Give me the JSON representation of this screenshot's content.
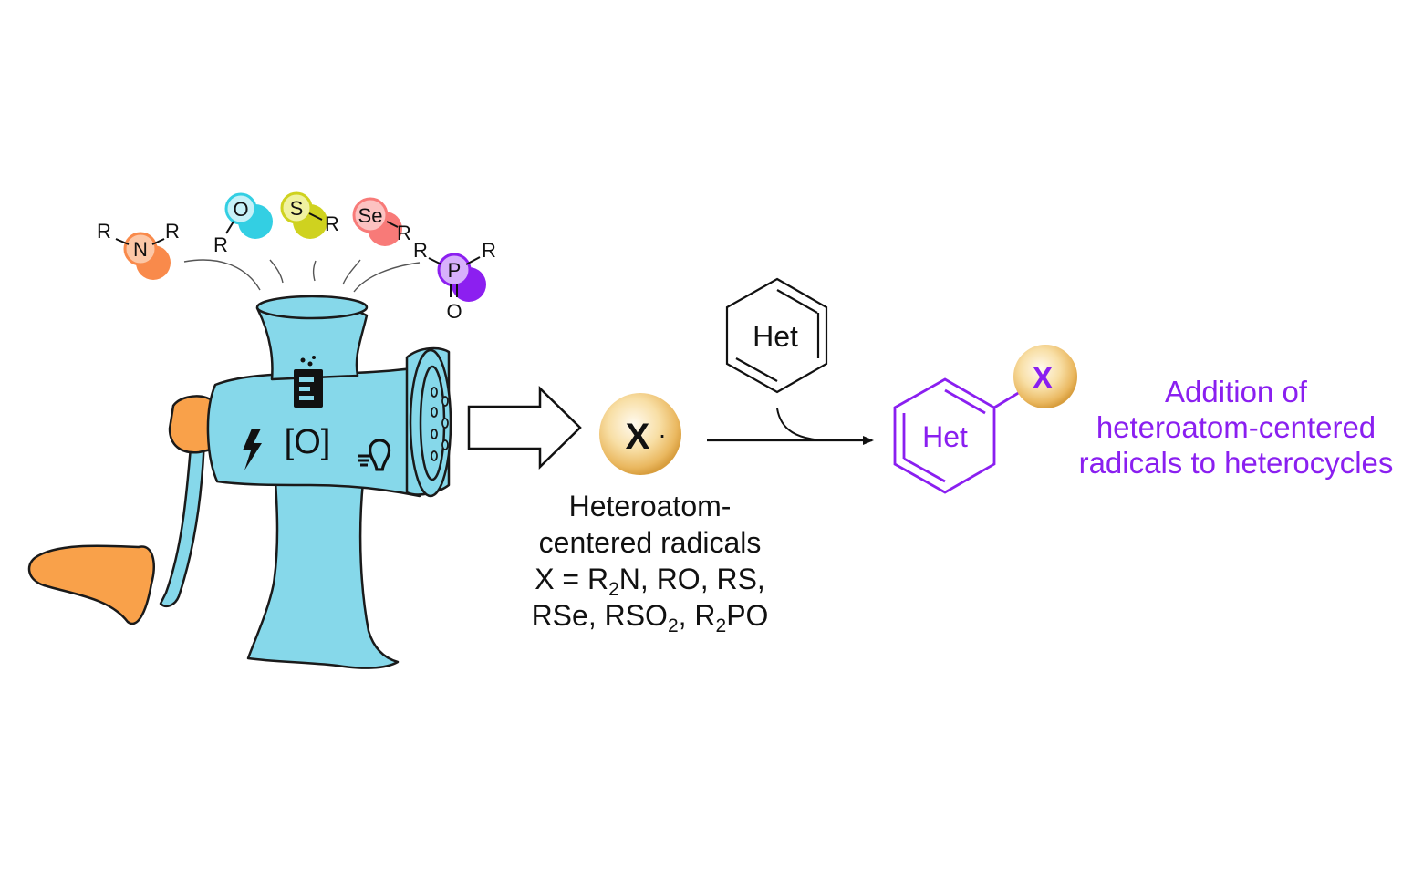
{
  "reagents": {
    "nitrogen": {
      "center": "N",
      "substituents": [
        "R",
        "R"
      ]
    },
    "oxygen": {
      "center": "O",
      "substituent": "R"
    },
    "sulfur": {
      "center": "S",
      "substituent": "R"
    },
    "selenium": {
      "center": "Se",
      "substituent": "R"
    },
    "phosphorus": {
      "center": "P",
      "substituents": [
        "R",
        "R"
      ],
      "oxo": "O"
    }
  },
  "grinder": {
    "oxidant_label": "[O]",
    "icons": [
      "beaker-icon",
      "lightning-icon",
      "lightbulb-icon"
    ]
  },
  "radical": {
    "label": "X",
    "dot": "·"
  },
  "reactant": {
    "ring_label": "Het"
  },
  "product": {
    "ring_label": "Het",
    "substituent": "X"
  },
  "caption": {
    "line1": "Heteroatom-",
    "line2": "centered radicals",
    "line3_a": "X = R",
    "line3_sub1": "2",
    "line3_b": "N, RO, RS,",
    "line4_a": "RSe, RSO",
    "line4_sub1": "2",
    "line4_b": ", R",
    "line4_sub2": "2",
    "line4_c": "PO"
  },
  "result_text": {
    "line1": "Addition of",
    "line2": "heteroatom-centered",
    "line3": "radicals to heterocycles"
  },
  "colors": {
    "grinder": "#86d8ea",
    "handle": "#f9a14a",
    "nitrogen": "#f98a4b",
    "oxygen": "#33cfe3",
    "sulfur": "#cfd21f",
    "selenium": "#f87a78",
    "phosphorus": "#8c1ff0",
    "product": "#8a1ff0",
    "radical_sphere": "#f0c060"
  }
}
